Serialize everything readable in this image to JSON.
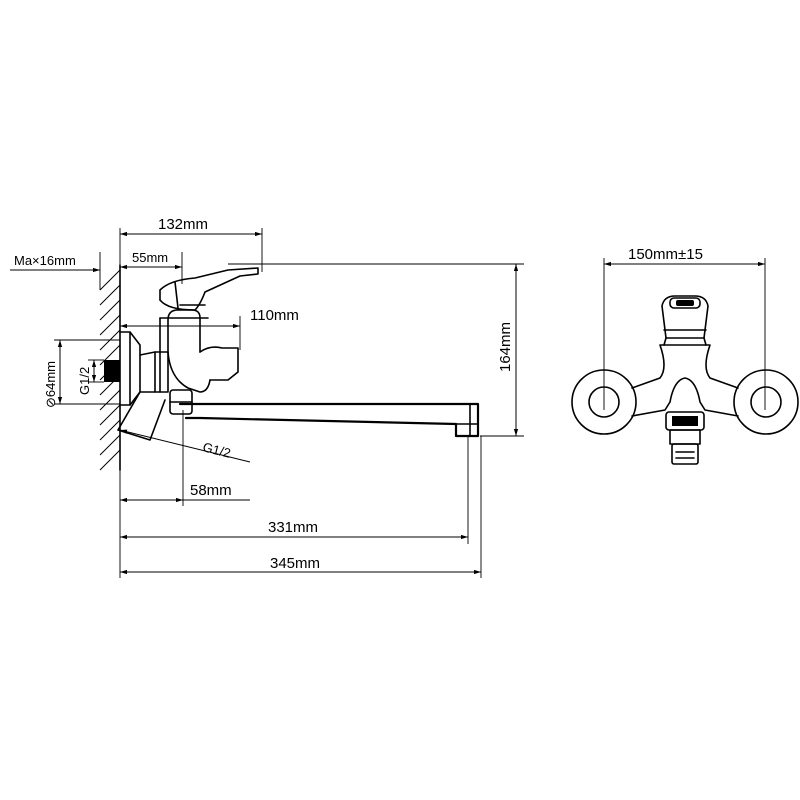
{
  "side_view": {
    "dim_132": "132mm",
    "dim_55": "55mm",
    "dim_wall": "Ma×16mm",
    "dim_110": "110mm",
    "dim_164": "164mm",
    "dim_diameter": "⊘64mm",
    "dim_thread_vertical": "G1/2",
    "dim_thread_diagonal": "G1/2",
    "dim_58": "58mm",
    "dim_331": "331mm",
    "dim_345": "345mm"
  },
  "front_view": {
    "dim_spacing": "150mm±15"
  },
  "colors": {
    "line": "#000000",
    "background": "#ffffff"
  }
}
